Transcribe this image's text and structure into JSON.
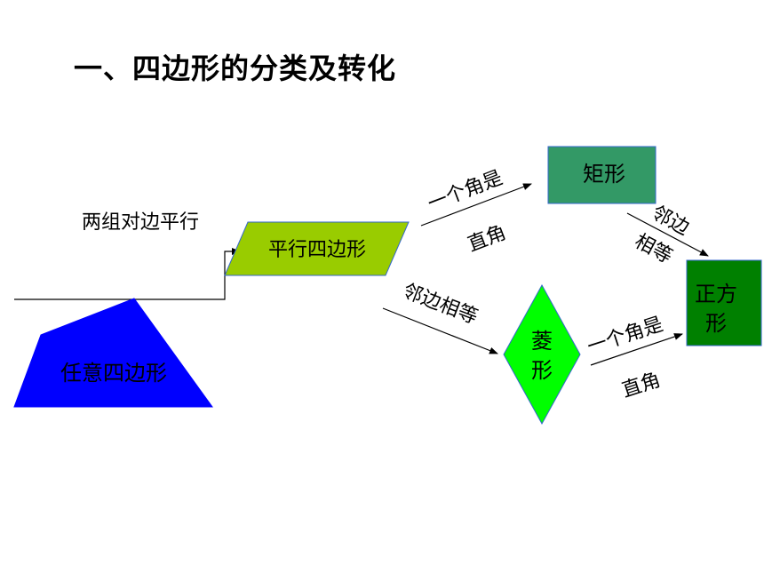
{
  "title": "一、四边形的分类及转化",
  "nodes": {
    "arbitrary": {
      "label": "任意四边形",
      "color": "#0000ff"
    },
    "parallelogram": {
      "label": "平行四边形",
      "color": "#99cc00"
    },
    "rectangle": {
      "label": "矩形",
      "color": "#339966"
    },
    "rhombus": {
      "label_line1": "菱",
      "label_line2": "形",
      "color": "#00ff00"
    },
    "square": {
      "label_line1": "正方",
      "label_line2": "形",
      "color": "#008000"
    }
  },
  "edges": {
    "to_parallelogram": "两组对边平行",
    "to_rectangle_top": "一个角是",
    "to_rectangle_bottom": "直角",
    "to_rhombus": "邻边相等",
    "rect_to_square_line1": "邻边",
    "rect_to_square_line2": "相等",
    "rhombus_to_square_top": "一个角是",
    "rhombus_to_square_bottom": "直角"
  }
}
